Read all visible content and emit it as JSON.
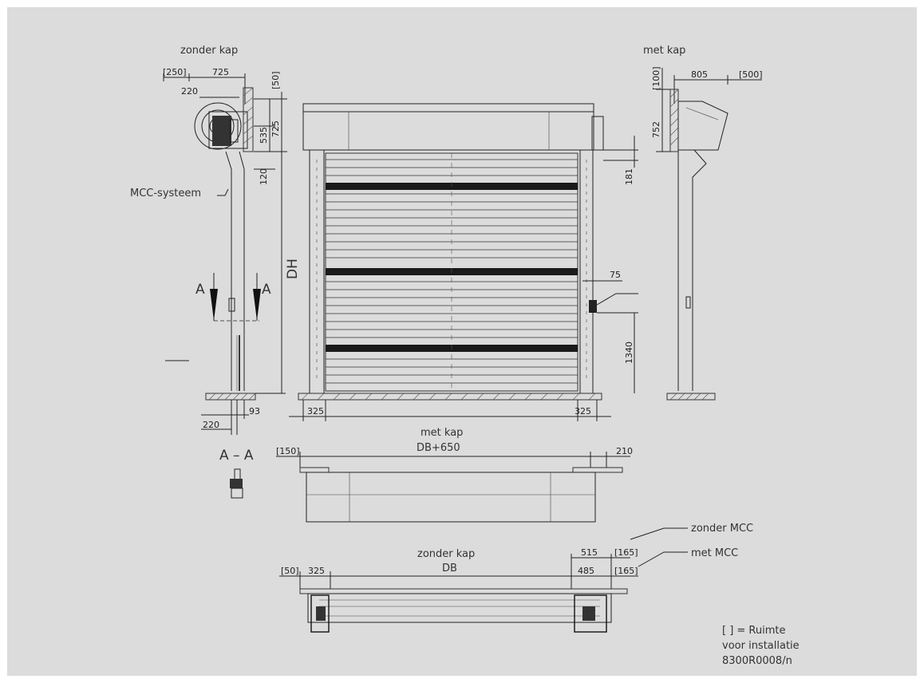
{
  "labels": {
    "side_without_hood": "zonder kap",
    "side_with_hood": "met kap",
    "mcc_system": "MCC-systeem",
    "door_height": "DH",
    "section_left": "A",
    "section_right": "A",
    "section_title": "A – A",
    "top_with_hood": "met kap",
    "top_with_hood_width": "DB+650",
    "top_without_hood": "zonder kap",
    "top_without_hood_width": "DB",
    "callout_without_mcc": "zonder MCC",
    "callout_with_mcc": "met MCC"
  },
  "legend": {
    "line1": "[  ] = Ruimte",
    "line2": "voor installatie",
    "code": "8300R0008/n"
  },
  "dimensions": {
    "left_250": "[250]",
    "left_725_top": "725",
    "left_220_top": "220",
    "left_50": "[50]",
    "left_535": "535",
    "left_725_side": "725",
    "left_120": "120",
    "left_220_bottom": "220",
    "left_93": "93",
    "front_181": "181",
    "front_75": "75",
    "front_1340": "1340",
    "front_325_left": "325",
    "front_325_right": "325",
    "right_100": "[100]",
    "right_805": "805",
    "right_500": "[500]",
    "right_752": "752",
    "top1_150": "[150]",
    "top1_210": "210",
    "top2_515": "515",
    "top2_165a": "[165]",
    "top2_50": "[50]",
    "top2_325": "325",
    "top2_485": "485",
    "top2_165b": "[165]"
  }
}
